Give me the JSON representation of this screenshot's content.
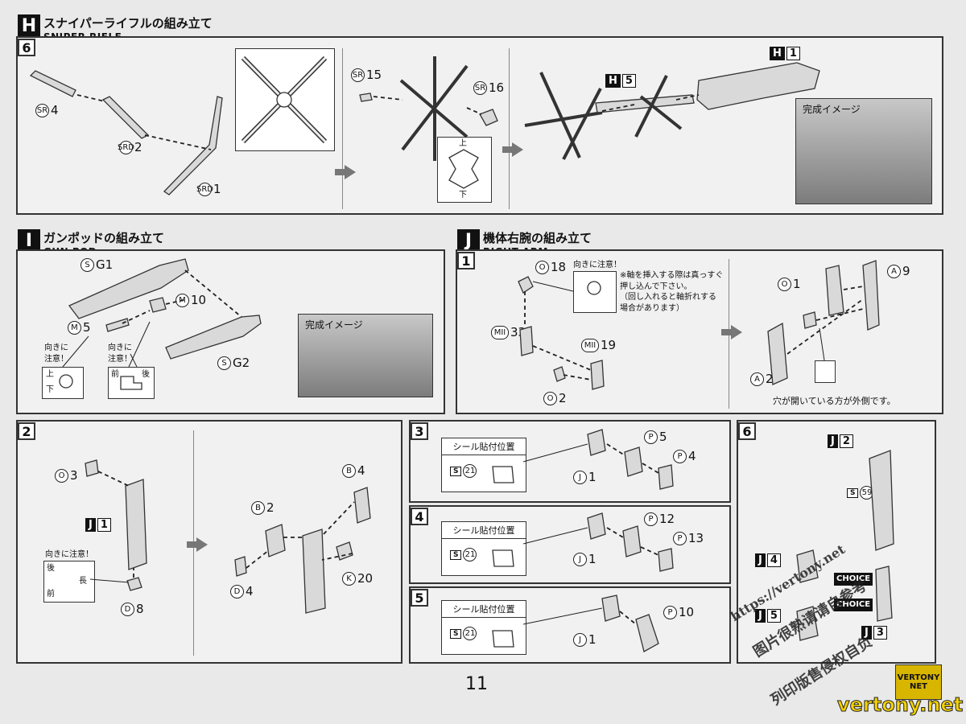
{
  "page_number": "11",
  "sections": {
    "H": {
      "letter": "H",
      "title_jp": "スナイパーライフルの組み立て",
      "title_en": "SNIPER RIFLE",
      "step": "6",
      "parts": {
        "sr4_code": "SR",
        "sr4_num": "4",
        "srd2_code": "SRD",
        "srd2_num": "2",
        "srd1_code": "SRD",
        "srd1_num": "1",
        "sr15_code": "SR",
        "sr15_num": "15",
        "sr16_code": "SR",
        "sr16_num": "16",
        "h5": "H",
        "h5_num": "5",
        "h1": "H",
        "h1_num": "1"
      },
      "orient_top": "上",
      "orient_bottom": "下",
      "image_caption": "完成イメージ"
    },
    "I": {
      "letter": "I",
      "title_jp": "ガンポッドの組み立て",
      "title_en": "GUN POD",
      "parts": {
        "sg1_code": "S",
        "sg1_num": "G1",
        "m10_code": "M",
        "m10_num": "10",
        "m5_code": "M",
        "m5_num": "5",
        "sg2_code": "S",
        "sg2_num": "G2"
      },
      "note1": "向きに\n注意！",
      "note2": "向きに\n注意！",
      "top": "上",
      "bottom": "下",
      "front": "前",
      "back": "後",
      "image_caption": "完成イメージ"
    },
    "J": {
      "letter": "J",
      "title_jp": "機体右腕の組み立て",
      "title_en": "RIGHT ARM",
      "step": "1",
      "parts": {
        "o18_code": "O",
        "o18_num": "18",
        "m33_code": "MII",
        "m33_num": "33",
        "m19_code": "MII",
        "m19_num": "19",
        "o2_code": "O",
        "o2_num": "2",
        "o1_code": "O",
        "o1_num": "1",
        "a9_code": "A",
        "a9_num": "9",
        "a2_code": "A",
        "a2_num": "2"
      },
      "note_orient": "向きに注意！",
      "note_shaft": "※軸を挿入する際は真っすぐ\n押し込んで下さい。\n（回し入れると軸折れする\n場合があります）",
      "note_hole": "穴が開いている方が外側です。"
    },
    "step2": {
      "step": "2",
      "parts": {
        "o3_code": "O",
        "o3_num": "3",
        "j1": "J",
        "j1_num": "1",
        "d8_code": "D",
        "d8_num": "8",
        "b2_code": "B",
        "b2_num": "2",
        "b4_code": "B",
        "b4_num": "4",
        "d4_code": "D",
        "d4_num": "4",
        "k20_code": "K",
        "k20_num": "20"
      },
      "note": "向きに注意！",
      "back": "後",
      "front": "前",
      "long": "長"
    },
    "step3": {
      "step": "3",
      "sticker": "シール貼付位置",
      "s_code": "S",
      "s_num": "21",
      "j1_code": "J",
      "j1_num": "1",
      "p5_code": "P",
      "p5_num": "5",
      "p4_code": "P",
      "p4_num": "4"
    },
    "step4": {
      "step": "4",
      "sticker": "シール貼付位置",
      "s_code": "S",
      "s_num": "21",
      "j1_code": "J",
      "j1_num": "1",
      "p12_code": "P",
      "p12_num": "12",
      "p13_code": "P",
      "p13_num": "13"
    },
    "step5": {
      "step": "5",
      "sticker": "シール貼付位置",
      "s_code": "S",
      "s_num": "21",
      "j1_code": "J",
      "j1_num": "1",
      "p10_code": "P",
      "p10_num": "10"
    },
    "step6": {
      "step": "6",
      "j2": "J",
      "j2_num": "2",
      "s_code": "S",
      "s_num": "59",
      "j4": "J",
      "j4_num": "4",
      "j5": "J",
      "j5_num": "5",
      "j3": "J",
      "j3_num": "3",
      "choice": "CHOICE"
    }
  },
  "watermark": {
    "url": "https://vertony.net",
    "line1": "图片很熟请请自参考",
    "line2": "列印版售侵权自负",
    "site": "vertony.net",
    "logo_top": "VERTONY",
    "logo_bottom": "NET"
  }
}
